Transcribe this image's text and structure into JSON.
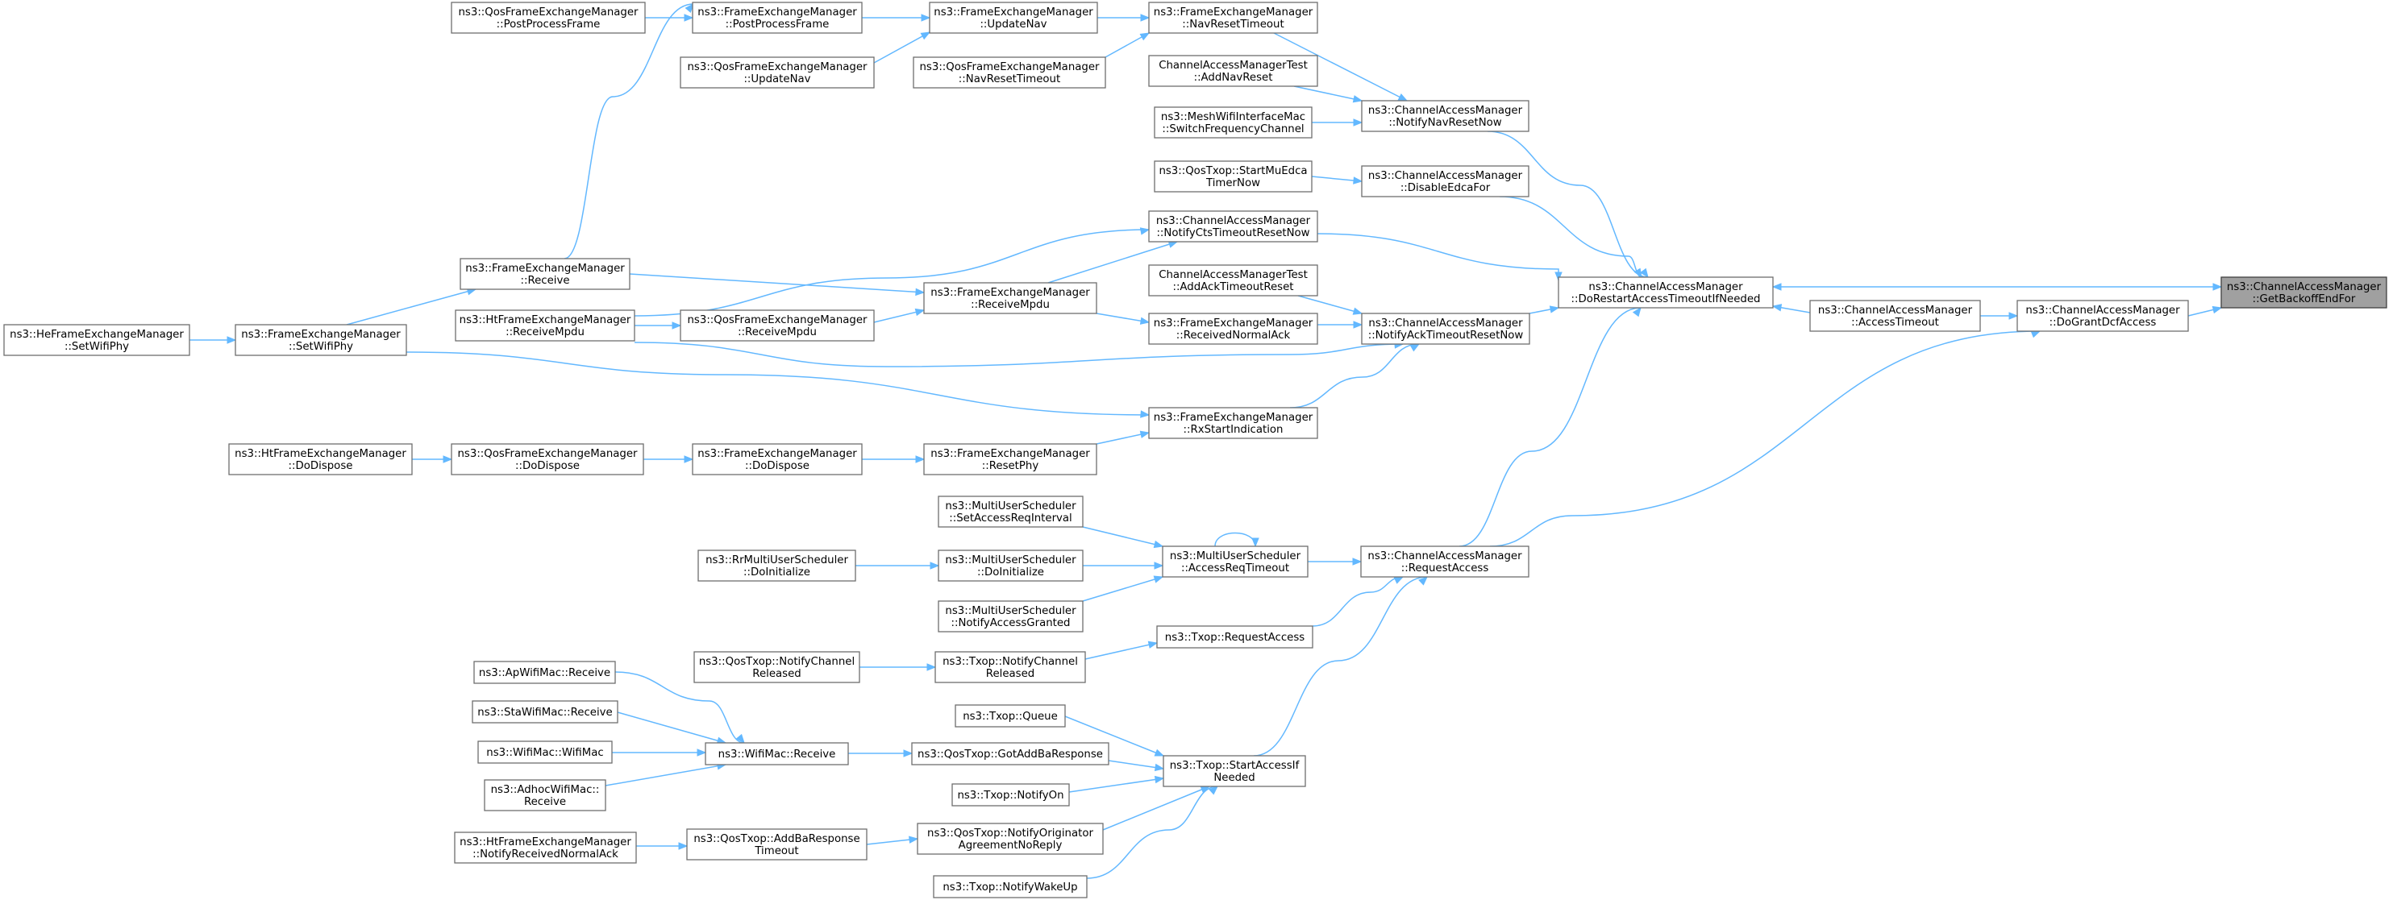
{
  "graph": {
    "nodes": [
      {
        "id": "n0",
        "lines": [
          "ns3::ChannelAccessManager",
          "::GetBackoffEndFor"
        ],
        "root": true
      },
      {
        "id": "n1",
        "lines": [
          "ns3::ChannelAccessManager",
          "::DoGrantDcfAccess"
        ]
      },
      {
        "id": "n2",
        "lines": [
          "ns3::ChannelAccessManager",
          "::DoRestartAccessTimeoutIfNeeded"
        ]
      },
      {
        "id": "n3",
        "lines": [
          "ns3::ChannelAccessManager",
          "::AccessTimeout"
        ]
      },
      {
        "id": "n4",
        "lines": [
          "ns3::ChannelAccessManager",
          "::RequestAccess"
        ]
      },
      {
        "id": "n5",
        "lines": [
          "ns3::ChannelAccessManager",
          "::NotifyNavResetNow"
        ]
      },
      {
        "id": "n6",
        "lines": [
          "ns3::ChannelAccessManager",
          "::DisableEdcaFor"
        ]
      },
      {
        "id": "n7",
        "lines": [
          "ns3::ChannelAccessManager",
          "::NotifyAckTimeoutResetNow"
        ]
      },
      {
        "id": "n8",
        "lines": [
          "ns3::ChannelAccessManager",
          "::NotifyCtsTimeoutResetNow"
        ]
      },
      {
        "id": "n9",
        "lines": [
          "ns3::FrameExchangeManager",
          "::NavResetTimeout"
        ]
      },
      {
        "id": "n10",
        "lines": [
          "ChannelAccessManagerTest",
          "::AddNavReset"
        ]
      },
      {
        "id": "n11",
        "lines": [
          "ns3::MeshWifiInterfaceMac",
          "::SwitchFrequencyChannel"
        ]
      },
      {
        "id": "n12",
        "lines": [
          "ns3::QosTxop::StartMuEdca",
          "TimerNow"
        ]
      },
      {
        "id": "n13",
        "lines": [
          "ChannelAccessManagerTest",
          "::AddAckTimeoutReset"
        ]
      },
      {
        "id": "n14",
        "lines": [
          "ns3::FrameExchangeManager",
          "::ReceivedNormalAck"
        ]
      },
      {
        "id": "n15",
        "lines": [
          "ns3::FrameExchangeManager",
          "::RxStartIndication"
        ]
      },
      {
        "id": "n16",
        "lines": [
          "ns3::MultiUserScheduler",
          "::AccessReqTimeout"
        ]
      },
      {
        "id": "n17",
        "lines": [
          "ns3::Txop::RequestAccess"
        ]
      },
      {
        "id": "n18",
        "lines": [
          "ns3::Txop::StartAccessIf",
          "Needed"
        ]
      },
      {
        "id": "n19",
        "lines": [
          "ns3::FrameExchangeManager",
          "::UpdateNav"
        ]
      },
      {
        "id": "n20",
        "lines": [
          "ns3::QosFrameExchangeManager",
          "::NavResetTimeout"
        ]
      },
      {
        "id": "n21",
        "lines": [
          "ns3::FrameExchangeManager",
          "::ReceiveMpdu"
        ]
      },
      {
        "id": "n22",
        "lines": [
          "ns3::FrameExchangeManager",
          "::ResetPhy"
        ]
      },
      {
        "id": "n23",
        "lines": [
          "ns3::MultiUserScheduler",
          "::SetAccessReqInterval"
        ]
      },
      {
        "id": "n24",
        "lines": [
          "ns3::MultiUserScheduler",
          "::DoInitialize"
        ]
      },
      {
        "id": "n25",
        "lines": [
          "ns3::MultiUserScheduler",
          "::NotifyAccessGranted"
        ]
      },
      {
        "id": "n26",
        "lines": [
          "ns3::Txop::NotifyChannel",
          "Released"
        ]
      },
      {
        "id": "n27",
        "lines": [
          "ns3::Txop::Queue"
        ]
      },
      {
        "id": "n28",
        "lines": [
          "ns3::QosTxop::GotAddBaResponse"
        ]
      },
      {
        "id": "n29",
        "lines": [
          "ns3::Txop::NotifyOn"
        ]
      },
      {
        "id": "n30",
        "lines": [
          "ns3::QosTxop::NotifyOriginator",
          "AgreementNoReply"
        ]
      },
      {
        "id": "n31",
        "lines": [
          "ns3::Txop::NotifyWakeUp"
        ]
      },
      {
        "id": "n32",
        "lines": [
          "ns3::FrameExchangeManager",
          "::PostProcessFrame"
        ]
      },
      {
        "id": "n33",
        "lines": [
          "ns3::QosFrameExchangeManager",
          "::UpdateNav"
        ]
      },
      {
        "id": "n34",
        "lines": [
          "ns3::QosFrameExchangeManager",
          "::ReceiveMpdu"
        ]
      },
      {
        "id": "n35",
        "lines": [
          "ns3::FrameExchangeManager",
          "::DoDispose"
        ]
      },
      {
        "id": "n36",
        "lines": [
          "ns3::RrMultiUserScheduler",
          "::DoInitialize"
        ]
      },
      {
        "id": "n37",
        "lines": [
          "ns3::QosTxop::NotifyChannel",
          "Released"
        ]
      },
      {
        "id": "n38",
        "lines": [
          "ns3::WifiMac::Receive"
        ]
      },
      {
        "id": "n39",
        "lines": [
          "ns3::QosTxop::AddBaResponse",
          "Timeout"
        ]
      },
      {
        "id": "n40",
        "lines": [
          "ns3::QosFrameExchangeManager",
          "::PostProcessFrame"
        ]
      },
      {
        "id": "n41",
        "lines": [
          "ns3::FrameExchangeManager",
          "::Receive"
        ]
      },
      {
        "id": "n42",
        "lines": [
          "ns3::HtFrameExchangeManager",
          "::ReceiveMpdu"
        ]
      },
      {
        "id": "n43",
        "lines": [
          "ns3::QosFrameExchangeManager",
          "::DoDispose"
        ]
      },
      {
        "id": "n44",
        "lines": [
          "ns3::ApWifiMac::Receive"
        ]
      },
      {
        "id": "n45",
        "lines": [
          "ns3::StaWifiMac::Receive"
        ]
      },
      {
        "id": "n46",
        "lines": [
          "ns3::WifiMac::WifiMac"
        ]
      },
      {
        "id": "n47",
        "lines": [
          "ns3::AdhocWifiMac::",
          "Receive"
        ]
      },
      {
        "id": "n48",
        "lines": [
          "ns3::HtFrameExchangeManager",
          "::NotifyReceivedNormalAck"
        ]
      },
      {
        "id": "n49",
        "lines": [
          "ns3::FrameExchangeManager",
          "::SetWifiPhy"
        ]
      },
      {
        "id": "n50",
        "lines": [
          "ns3::HtFrameExchangeManager",
          "::DoDispose"
        ]
      },
      {
        "id": "n51",
        "lines": [
          "ns3::HeFrameExchangeManager",
          "::SetWifiPhy"
        ]
      }
    ],
    "edges": [
      [
        "n1",
        "n0"
      ],
      [
        "n2",
        "n0"
      ],
      [
        "n3",
        "n1"
      ],
      [
        "n4",
        "n1"
      ],
      [
        "n2",
        "n3"
      ],
      [
        "n5",
        "n2"
      ],
      [
        "n6",
        "n2"
      ],
      [
        "n7",
        "n2"
      ],
      [
        "n8",
        "n2"
      ],
      [
        "n4",
        "n2"
      ],
      [
        "n9",
        "n5"
      ],
      [
        "n10",
        "n5"
      ],
      [
        "n11",
        "n5"
      ],
      [
        "n12",
        "n6"
      ],
      [
        "n13",
        "n7"
      ],
      [
        "n14",
        "n7"
      ],
      [
        "n15",
        "n7"
      ],
      [
        "n42",
        "n7"
      ],
      [
        "n21",
        "n8"
      ],
      [
        "n42",
        "n8"
      ],
      [
        "n16",
        "n4"
      ],
      [
        "n17",
        "n4"
      ],
      [
        "n18",
        "n4"
      ],
      [
        "n19",
        "n9"
      ],
      [
        "n20",
        "n9"
      ],
      [
        "n21",
        "n14"
      ],
      [
        "n22",
        "n15"
      ],
      [
        "n49",
        "n15"
      ],
      [
        "n16",
        "n16"
      ],
      [
        "n23",
        "n16"
      ],
      [
        "n24",
        "n16"
      ],
      [
        "n25",
        "n16"
      ],
      [
        "n26",
        "n17"
      ],
      [
        "n27",
        "n18"
      ],
      [
        "n28",
        "n18"
      ],
      [
        "n29",
        "n18"
      ],
      [
        "n30",
        "n18"
      ],
      [
        "n31",
        "n18"
      ],
      [
        "n32",
        "n19"
      ],
      [
        "n33",
        "n19"
      ],
      [
        "n41",
        "n21"
      ],
      [
        "n34",
        "n21"
      ],
      [
        "n35",
        "n22"
      ],
      [
        "n36",
        "n24"
      ],
      [
        "n37",
        "n26"
      ],
      [
        "n38",
        "n28"
      ],
      [
        "n39",
        "n30"
      ],
      [
        "n40",
        "n32"
      ],
      [
        "n41",
        "n32"
      ],
      [
        "n42",
        "n34"
      ],
      [
        "n43",
        "n35"
      ],
      [
        "n44",
        "n38"
      ],
      [
        "n45",
        "n38"
      ],
      [
        "n46",
        "n38"
      ],
      [
        "n47",
        "n38"
      ],
      [
        "n48",
        "n39"
      ],
      [
        "n49",
        "n41"
      ],
      [
        "n50",
        "n43"
      ],
      [
        "n51",
        "n49"
      ]
    ]
  }
}
